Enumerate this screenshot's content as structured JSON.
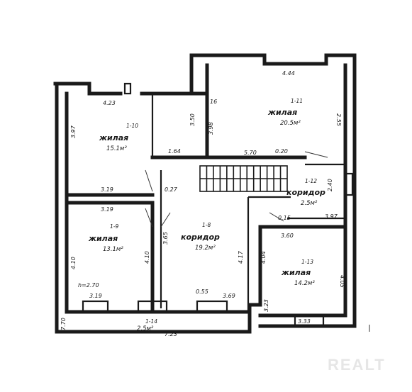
{
  "watermark": "REALT",
  "rooms": [
    {
      "id": "r10",
      "number": "1-10",
      "name": "жилая",
      "area": "15.1м²"
    },
    {
      "id": "r11",
      "number": "1-11",
      "name": "жилая",
      "area": "20.5м²"
    },
    {
      "id": "r12",
      "number": "1-12",
      "name": "коридор",
      "area": "2.5м²"
    },
    {
      "id": "r9",
      "number": "1-9",
      "name": "жилая",
      "area": "13.1м²"
    },
    {
      "id": "r8",
      "number": "1-8",
      "name": "коридор",
      "area": "19.2м²"
    },
    {
      "id": "r13",
      "number": "1-13",
      "name": "жилая",
      "area": "14.2м²"
    },
    {
      "id": "r14",
      "number": "1-14",
      "name": "",
      "area": "2.5м²"
    }
  ],
  "dimensions": {
    "d_423": "4.23",
    "d_444": "4.44",
    "d_397_left": "3.97",
    "d_350": "3.50",
    "d_398": "3.98",
    "d_16": "16",
    "d_255": "2.55",
    "d_164": "1.64",
    "d_570": "5.70",
    "d_020": "0.20",
    "d_319_a": "3.19",
    "d_027": "0.27",
    "d_319_b": "3.19",
    "d_240": "2.40",
    "d_015": "0.15",
    "d_397_right": "3.97",
    "d_360": "3.60",
    "d_410": "4.10",
    "d_410b": "4.10",
    "d_365": "3.65",
    "d_417": "4.17",
    "d_404": "4.04",
    "d_405": "4.05",
    "d_h": "h=2.70",
    "d_319_c": "3.19",
    "d_055": "0.55",
    "d_369": "3.69",
    "d_333": "3.33",
    "d_323": "3.23",
    "d_770": "7.70",
    "d_723": "7.23"
  }
}
